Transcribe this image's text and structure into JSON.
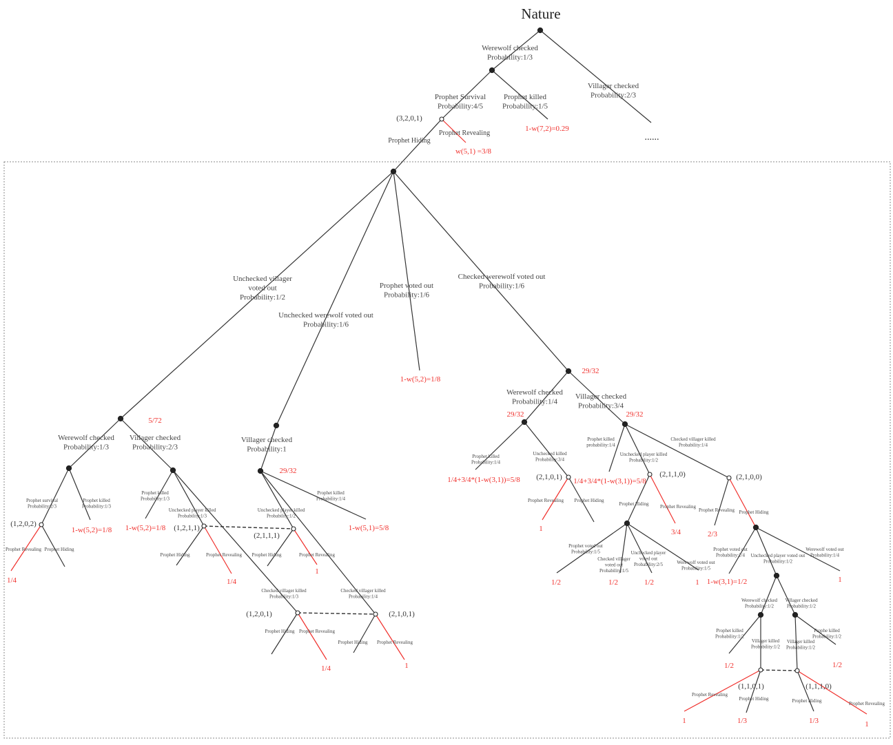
{
  "title": "Nature",
  "ellipsis": "......",
  "colors": {
    "edge": "#333333",
    "optimal": "#f0302c",
    "payoff": "#f0302c",
    "text": "#444444",
    "frame": "#888888"
  },
  "branches": {
    "b_ww": [
      "Werewolf checked",
      "Probability:1/3"
    ],
    "b_vc": [
      "Villager checked",
      "Probability:2/3"
    ],
    "b_ps": [
      "Prophet Survival",
      "Probability:4/5"
    ],
    "b_pk": [
      "Prophet killed",
      "Probability:1/5"
    ],
    "b_uvv": [
      "Unchecked villager",
      "voted out",
      "Probability:1/2"
    ],
    "b_uwv": [
      "Unchecked werewolf voted out",
      "Probability:1/6"
    ],
    "b_pvo": [
      "Prophet voted out",
      "Probability:1/6"
    ],
    "b_cwv": [
      "Checked werewolf  voted out",
      "Probability:1/6"
    ],
    "b_l_wc": [
      "Werewolf checked",
      "Probability:1/3"
    ],
    "b_l_vc": [
      "Villager checked",
      "Probability:2/3"
    ],
    "b_m_vc": [
      "Villager checked",
      "Probability:1"
    ],
    "b_r_wc": [
      "Werewolf checked",
      "Probability:1/4"
    ],
    "b_r_vc": [
      "Villager checked",
      "Probability:3/4"
    ],
    "s1": [
      "Prophet survival",
      "Probability:2/3"
    ],
    "s2": [
      "Prophet  killed",
      "Probability:1/3"
    ],
    "s3": [
      "Prophet  killed",
      "Probability:1/3"
    ],
    "s4": [
      "Unchecked player killed",
      "Probability:1/3"
    ],
    "s5": [
      "Unchecked player killed",
      "Probability:1/2"
    ],
    "s6": [
      "Prophet killed",
      "Probability:1/4"
    ],
    "s7": [
      "Checked villager killed",
      "Probability:1/3"
    ],
    "s8": [
      "Checked villager killed",
      "Probability:1/4"
    ],
    "s9": [
      "Prophet  killed",
      "Probability:1/4"
    ],
    "s10": [
      "Unchecked killed",
      "Probability:3/4"
    ],
    "s11": [
      "Prophet killed",
      "probability:1/4"
    ],
    "s12": [
      "Unchecked player killed",
      "Probability:1/2"
    ],
    "s13": [
      "Checked villager killed",
      "Probability:1/4"
    ],
    "s14": [
      "Prophet voted out",
      "Probability:1/5"
    ],
    "s15": [
      "Checked villager",
      "voted out",
      "Probability:1/5"
    ],
    "s16": [
      "Unchecked player",
      "voted out",
      "Probability:2/5"
    ],
    "s17": [
      "Werewolf voted out",
      "Probability:1/5"
    ],
    "s18": [
      "Prophet voted out",
      "Probability:1/4"
    ],
    "s19": [
      "Unchecked player voted out",
      "Probability:1/2"
    ],
    "s20": [
      "Werewolf voted out",
      "Probability:1/4"
    ],
    "s21": [
      "Werewolf checked",
      "Probability:1/2"
    ],
    "s22": [
      "Villager checked",
      "Probability:1/2"
    ],
    "s23": [
      "Prophet killed",
      "Probability:1/2"
    ],
    "s24": [
      "Villager killed",
      "Probability:1/2"
    ],
    "s25": [
      "Villager killed",
      "Probability:1/2"
    ],
    "s26": [
      "Prophe  killed",
      "Probability:1/2"
    ]
  },
  "actions": {
    "reveal": "Prophet Revealing",
    "hide": "Prophet Hiding"
  },
  "states": {
    "st0": "(3,2,0,1)",
    "st1": "(1,2,0,2)",
    "st2": "(1,2,1,1)",
    "st3": "(2,1,1,1)",
    "st4": "(1,2,0,1)",
    "st5": "(2,1,0,1)",
    "st6": "(2,1,0,1)",
    "st7": "(2,1,1,0)",
    "st8": "(2,1,0,0)",
    "st9": "(1,1,0,1)",
    "st10": "(1,1,1,0)"
  },
  "payoffs": {
    "p0": "1-w(7,2)=0.29",
    "p1": "w(5,1) =3/8",
    "p2": "1-w(5,2)=1/8",
    "p3": "5/72",
    "p4": "29/32",
    "p5": "29/32",
    "p6": "29/32",
    "p7": "29/32",
    "p8": "1-w(5,2)=1/8",
    "p9": "1/4",
    "p10": "1-w(5,2)=1/8",
    "p11": "1/4",
    "p12": "1",
    "p13": "1-w(5,1)=5/8",
    "p14": "1/4",
    "p15": "1",
    "p16": "1/4+3/4*(1-w(3,1))=5/8",
    "p17": "1/4+3/4*(1-w(3,1))=5/8",
    "p18": "1",
    "p19": "3/4",
    "p20": "2/3",
    "p21": "1/2",
    "p22": "1/2",
    "p23": "1/2",
    "p24": "1",
    "p25": "1-w(3,1)=1/2",
    "p26": "1",
    "p27": "1/2",
    "p28": "1/2",
    "p29": "1",
    "p30": "1/3",
    "p31": "1/3",
    "p32": "1"
  }
}
